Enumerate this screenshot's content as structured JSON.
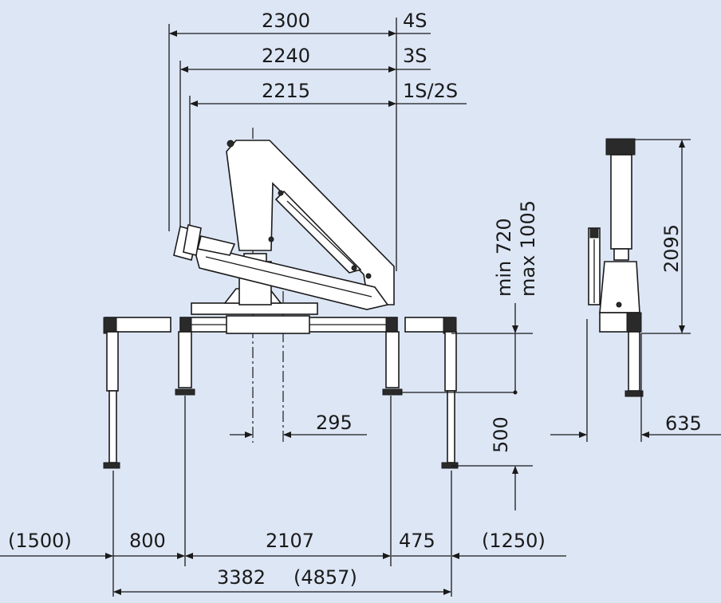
{
  "dimensions": {
    "reach_4s": "2300",
    "label_4s": "4S",
    "reach_3s": "2240",
    "label_3s": "3S",
    "reach_1s2s": "2215",
    "label_1s2s": "1S/2S",
    "height_min": "min 720",
    "height_max": "max 1005",
    "folded_height": "2095",
    "offset": "295",
    "leg_extension": "500",
    "side_width": "635",
    "left_ext": "(1500)",
    "left_leg": "800",
    "center_span": "2107",
    "right_leg": "475",
    "right_ext": "(1250)",
    "total_span": "3382",
    "total_span_ext": "(4857)"
  }
}
